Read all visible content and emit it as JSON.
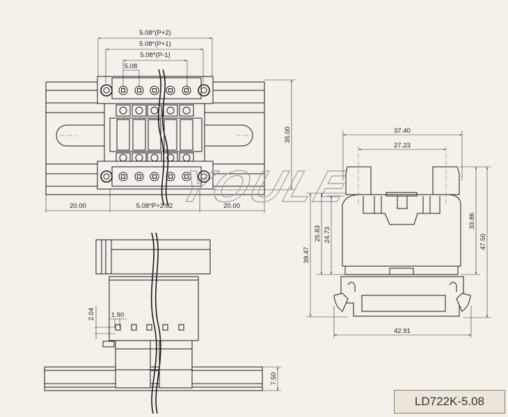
{
  "drawing": {
    "model": "LD722K-5.08",
    "watermark": "YOULE",
    "top_view": {
      "dim_p_plus_2": "5.08*(P+2)",
      "dim_p_plus_1": "5.08*(P+1)",
      "dim_p_minus_1": "5.08*(P-1)",
      "dim_pitch": "5.08",
      "dim_height": "35.00",
      "dim_left": "20.00",
      "dim_middle": "5.08*P+2.82",
      "dim_right": "20.00"
    },
    "side_view": {
      "dim_width_outer": "37.40",
      "dim_width_inner": "27.23",
      "dim_h1": "39.47",
      "dim_h2": "25.83",
      "dim_h3": "24.73",
      "dim_h4": "33.86",
      "dim_h5": "47.50",
      "dim_rail_width": "42.91"
    },
    "front_view": {
      "dim_pin_height": "2.04",
      "dim_pin_width": "1.90",
      "dim_rail_height": "7.50"
    }
  }
}
